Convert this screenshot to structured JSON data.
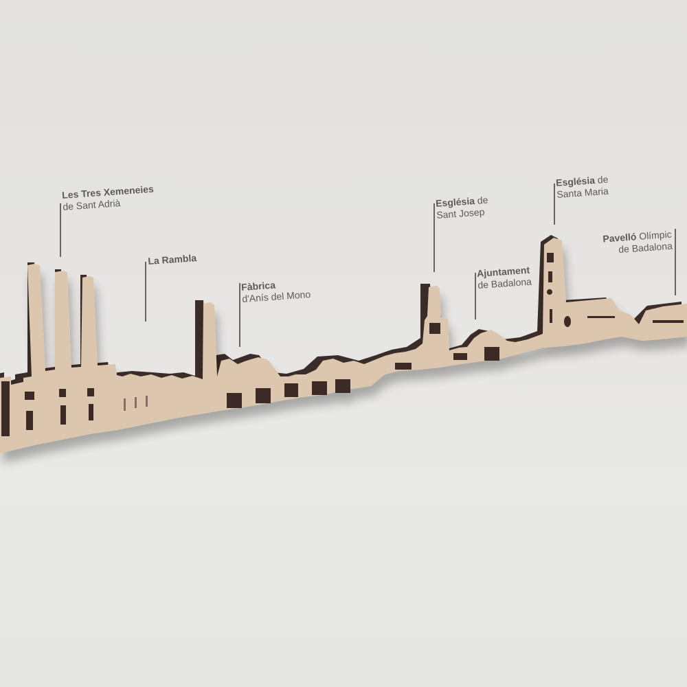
{
  "product": {
    "type": "wooden city skyline wall decoration",
    "colors": {
      "background": "#e4e3e1",
      "wood_face": "#dcc6ae",
      "wood_edge": "#3a2c28",
      "label_text": "#5f5856",
      "leader_line": "#6b6361"
    }
  },
  "labels": [
    {
      "id": "tres-xemeneies",
      "bold": "Les Tres Xemeneies",
      "regular": "",
      "line2": "de Sant Adrià"
    },
    {
      "id": "la-rambla",
      "bold": "La Rambla",
      "regular": "",
      "line2": ""
    },
    {
      "id": "fabrica",
      "bold": "Fàbrica",
      "regular": "",
      "line2": "d'Anís del Mono"
    },
    {
      "id": "sant-josep",
      "bold": "Església",
      "regular": " de",
      "line2": "Sant Josep"
    },
    {
      "id": "ajuntament",
      "bold": "Ajuntament",
      "regular": "",
      "line2": "de Badalona"
    },
    {
      "id": "santa-maria",
      "bold": "Església",
      "regular": " de",
      "line2": "Santa Maria"
    },
    {
      "id": "pavello",
      "bold": "Pavelló",
      "regular": " Olímpic",
      "line2": "de Badalona"
    }
  ]
}
